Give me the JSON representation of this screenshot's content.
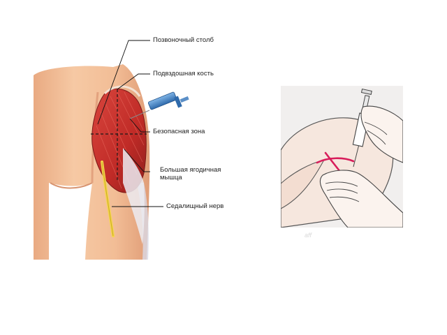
{
  "diagram": {
    "labels": {
      "spine": "Позвоночный столб",
      "iliac": "Подвздошная кость",
      "safe_zone": "Безопасная зона",
      "gluteus_line1": "Большая ягодичная",
      "gluteus_line2": "мышца",
      "sciatic": "Седалищный нерв"
    },
    "colors": {
      "skin": "#f2bf98",
      "skin_shade": "#e6a27c",
      "muscle": "#c8302c",
      "muscle_dark": "#8e1f1c",
      "nerve": "#f5d54a",
      "syringe": "#3d7fc4",
      "mark": "#d81e5b"
    }
  },
  "watermark": "aff"
}
